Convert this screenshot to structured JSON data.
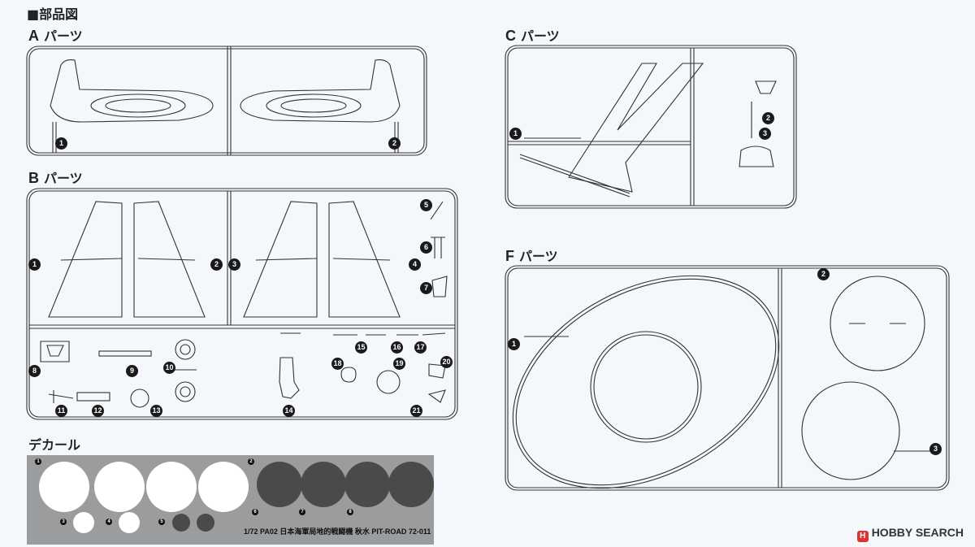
{
  "page_title": "■部品図",
  "sections": {
    "A": {
      "letter": "A",
      "label": "パーツ",
      "parts": [
        "1",
        "2"
      ]
    },
    "B": {
      "letter": "B",
      "label": "パーツ",
      "parts": [
        "1",
        "2",
        "3",
        "4",
        "5",
        "6",
        "7",
        "8",
        "9",
        "10",
        "11",
        "12",
        "13",
        "14",
        "15",
        "16",
        "17",
        "18",
        "19",
        "20",
        "21"
      ]
    },
    "C": {
      "letter": "C",
      "label": "パーツ",
      "parts": [
        "1",
        "2",
        "3"
      ]
    },
    "F": {
      "letter": "F",
      "label": "パーツ",
      "parts": [
        "1",
        "2",
        "3"
      ]
    }
  },
  "decal": {
    "label": "デカール",
    "markers": [
      "1",
      "2",
      "3",
      "4",
      "5",
      "6",
      "7",
      "8"
    ],
    "text": "1/72 PA02 日本海軍局地的戦闘機 秋水 PIT-ROAD 72-011",
    "colors": {
      "white": "#ffffff",
      "hinomaru": "#4a4a4a",
      "sheet": "#9a9c9e"
    }
  },
  "watermark": {
    "text": "HOBBY SEARCH",
    "logo": "H"
  }
}
